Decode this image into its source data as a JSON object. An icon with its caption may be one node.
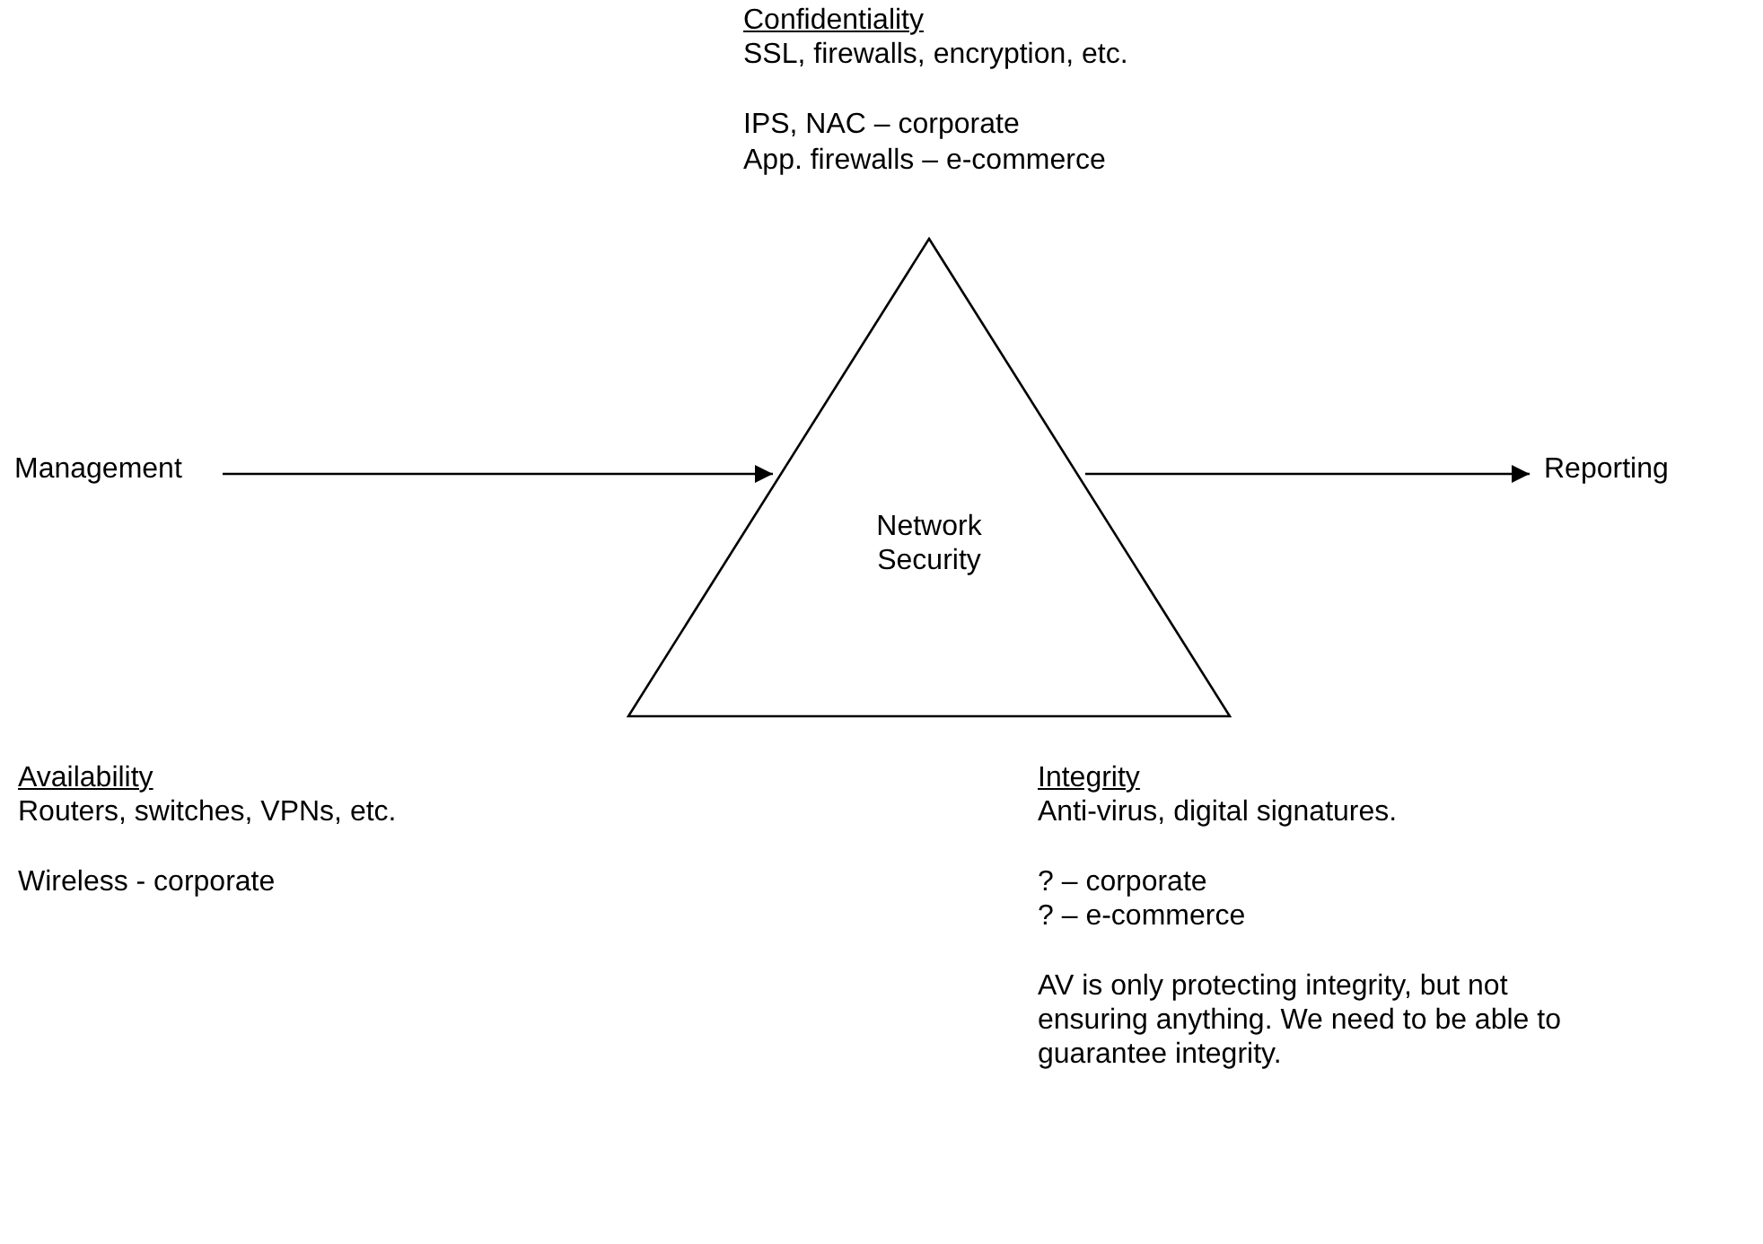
{
  "diagram": {
    "nodes": [
      {
        "text": [
          "Management"
        ]
      },
      {
        "text": [
          "Network Security"
        ]
      },
      {
        "text": [
          "Reporting"
        ]
      }
    ],
    "edges": [
      {
        "from": 0,
        "to": 1,
        "arrow": "to"
      },
      {
        "from": 1,
        "to": 2,
        "arrow": "to"
      }
    ],
    "labels": [
      "Confidentiality",
      "SSL, firewalls, encryption, etc.",
      "IPS, NAC – corporate",
      "App. firewalls – e-commerce",
      "Availability",
      "Routers, switches, VPNs, etc.",
      "Wireless - corporate",
      "Integrity",
      "Anti-virus, digital signatures.",
      "? – corporate",
      "? – e-commerce",
      "AV is only protecting integrity, but not ensuring anything. We need to be able to guarantee integrity."
    ]
  }
}
